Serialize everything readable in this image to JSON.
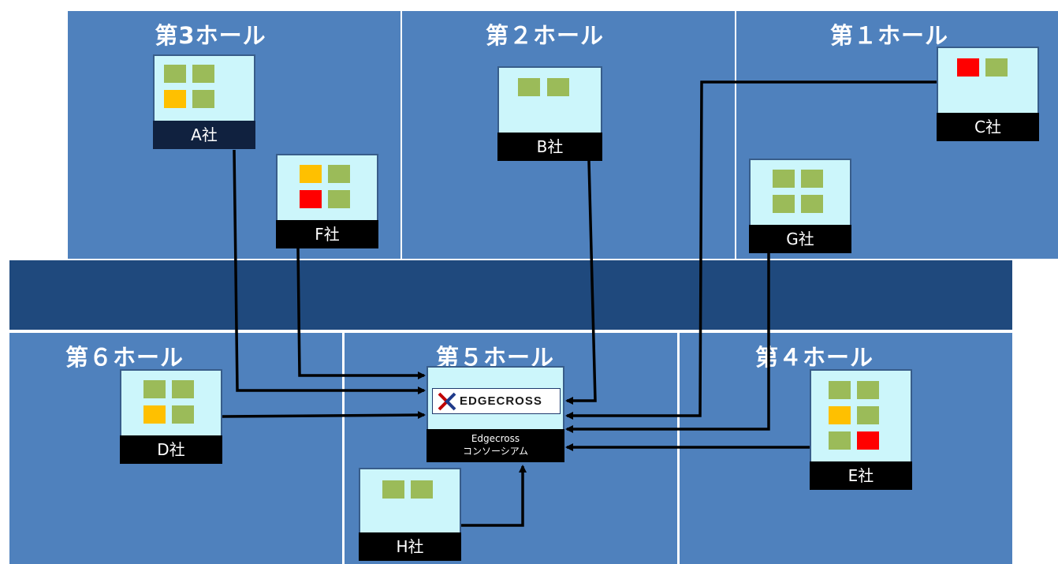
{
  "halls": {
    "hall3": "第3ホール",
    "hall2": "第２ホール",
    "hall1": "第１ホール",
    "hall6": "第６ホール",
    "hall5": "第５ホール",
    "hall4": "第４ホール"
  },
  "booths": {
    "a": "A社",
    "b": "B社",
    "c": "C社",
    "d": "D社",
    "e": "E社",
    "f": "F社",
    "g": "G社",
    "h": "H社"
  },
  "center": {
    "logo_text": "EDGECROSS",
    "label_line1": "Edgecross",
    "label_line2": "コンソーシアム"
  },
  "colors": {
    "hall": "#4f81bd",
    "corridor": "#1f497d",
    "booth": "#ccf6fb",
    "status_ok": "#9bbb59",
    "status_warning": "#ffc000",
    "status_error": "#ff0000"
  }
}
